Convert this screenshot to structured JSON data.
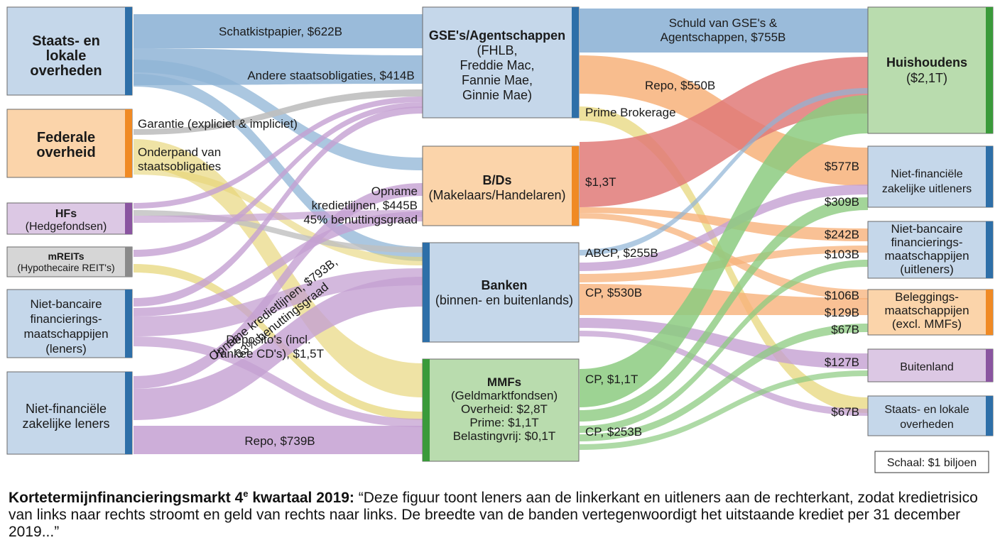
{
  "colors": {
    "blue_fill": "#c5d7ea",
    "blue_bar": "#2e6fa8",
    "blue_band": "#8fb4d6",
    "orange_fill": "#fbd4aa",
    "orange_bar": "#f08a24",
    "orange_band": "#f7b27a",
    "purple_fill": "#dcc8e4",
    "purple_bar": "#8a55a0",
    "purple_band": "#c4a0d2",
    "gray_fill": "#d6d6d6",
    "gray_bar": "#8a8a8a",
    "gray_band": "#bfbfbf",
    "green_fill": "#b9dcae",
    "green_bar": "#3a9a3a",
    "green_band": "#8ccb80",
    "yellow_band": "#e6d474",
    "red_band": "#e07a78"
  },
  "nodes": {
    "staats_lokaal_l": {
      "lines": [
        "Staats- en",
        "lokale",
        "overheden"
      ]
    },
    "federale": {
      "lines": [
        "Federale",
        "overheid"
      ]
    },
    "hfs": {
      "lines": [
        "HFs",
        "(Hedgefondsen)"
      ]
    },
    "mreits": {
      "lines": [
        "mREITs",
        "(Hypothecaire REIT's)"
      ]
    },
    "nbfm_leners": {
      "lines": [
        "Niet-bancaire",
        "financierings-",
        "maatschappijen",
        "(leners)"
      ]
    },
    "nfz_leners": {
      "lines": [
        "Niet-financiële",
        "zakelijke leners"
      ]
    },
    "gse": {
      "lines": [
        "GSE's/Agentschappen",
        "(FHLB,",
        "Freddie Mac,",
        "Fannie Mae,",
        "Ginnie Mae)"
      ]
    },
    "bds": {
      "lines": [
        "B/Ds",
        "(Makelaars/Handelaren)"
      ]
    },
    "banken": {
      "lines": [
        "Banken",
        "(binnen- en buitenlands)"
      ]
    },
    "mmfs": {
      "lines": [
        "MMFs",
        "(Geldmarktfondsen)",
        "Overheid: $2,8T",
        "Prime: $1,1T",
        "Belastingvrij: $0,1T"
      ]
    },
    "huishoudens": {
      "lines": [
        "Huishoudens",
        "($2,1T)"
      ]
    },
    "nfz_uitleners": {
      "lines": [
        "Niet-financiële",
        "zakelijke uitleners"
      ]
    },
    "nbfm_uitleners": {
      "lines": [
        "Niet-bancaire",
        "financierings-",
        "maatschappijen",
        "(uitleners)"
      ]
    },
    "beleggings": {
      "lines": [
        "Beleggings-",
        "maatschappijen",
        "(excl. MMFs)"
      ]
    },
    "buitenland": {
      "lines": [
        "Buitenland"
      ]
    },
    "staats_lokaal_r": {
      "lines": [
        "Staats- en lokale",
        "overheden"
      ]
    }
  },
  "flow_labels": {
    "schatkist": "Schatkistpapier, $622B",
    "andere_staats": "Andere staatsobligaties, $414B",
    "garantie": "Garantie (expliciet & impliciet)",
    "onderpand": [
      "Onderpand van",
      "staatsobligaties"
    ],
    "opname_445": [
      "Opname",
      "kredietlijnen, $445B",
      "45% benuttingsgraad"
    ],
    "opname_793": [
      "Opname kredietlijnen, $793B,",
      "33% benuttingsgraad"
    ],
    "deposito": [
      "Deposito's (incl.",
      "Yankee CD's), $1,5T"
    ],
    "repo_739": "Repo, $739B",
    "schuld_gse": [
      "Schuld van GSE's &",
      "Agentschappen, $755B"
    ],
    "repo_550": "Repo, $550B",
    "prime_brokerage": "Prime Brokerage",
    "bd_13t": "$1,3T",
    "abcp": "ABCP, $255B",
    "cp_530": "CP, $530B",
    "cp_11t": "CP, $1,1T",
    "cp_253": "CP, $253B",
    "v577": "$577B",
    "v309": "$309B",
    "v242": "$242B",
    "v103": "$103B",
    "v106": "$106B",
    "v129": "$129B",
    "v67a": "$67B",
    "v127": "$127B",
    "v67b": "$67B"
  },
  "scale_label": "Schaal: $1 biljoen",
  "caption": {
    "title": "Kortetermijnfinancieringsmarkt 4",
    "title_sup": "e",
    "title_rest": " kwartaal 2019:",
    "body": " “Deze figuur toont leners aan de linkerkant en uitleners aan de rechterkant, zodat kredietrisico van links naar rechts stroomt en geld van rechts naar links. De breedte van de banden vertegenwoordigt het uitstaande krediet per 31 december 2019...”"
  }
}
